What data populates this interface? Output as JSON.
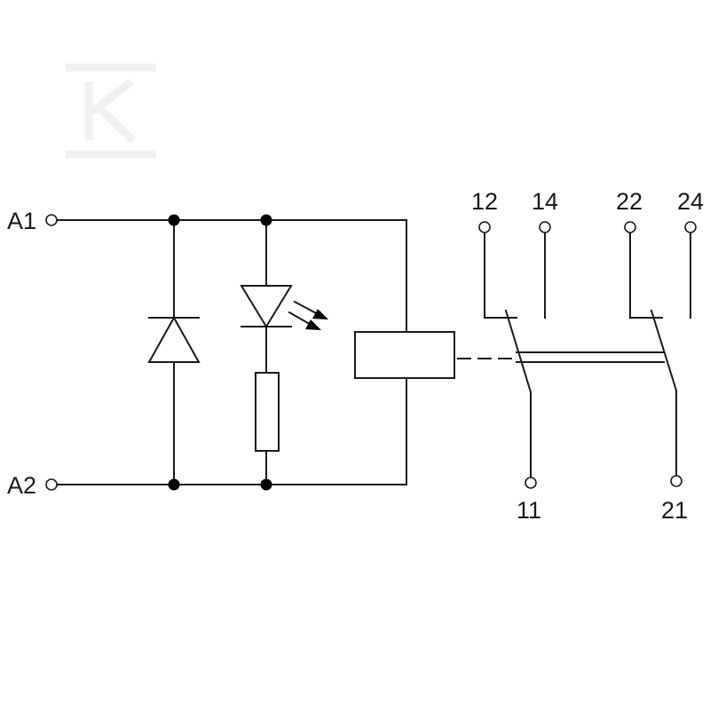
{
  "terminals": {
    "a1": "A1",
    "a2": "A2",
    "c12": "12",
    "c14": "14",
    "c22": "22",
    "c24": "24",
    "c11": "11",
    "c21": "21"
  },
  "colors": {
    "line": "#1a1a1a",
    "node": "#000000",
    "background": "#ffffff",
    "watermark": "#f1f1f1"
  },
  "icons": {
    "watermark": "k-logo-watermark"
  }
}
